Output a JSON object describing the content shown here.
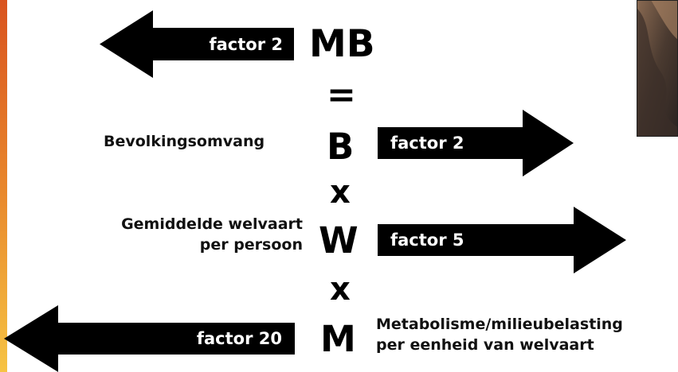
{
  "formula": {
    "mb": "MB",
    "equals": "=",
    "b": "B",
    "times1": "x",
    "w": "W",
    "times2": "x",
    "m": "M"
  },
  "labels": {
    "b_label": "Bevolkingsomvang",
    "w_label_line1": "Gemiddelde welvaart",
    "w_label_line2": "per persoon",
    "m_label_line1": "Metabolisme/milieubelasting",
    "m_label_line2": "per eenheid van welvaart"
  },
  "arrows": {
    "mb_factor": "factor 2",
    "b_factor": "factor 2",
    "w_factor": "factor 5",
    "m_factor": "factor 20"
  },
  "colors": {
    "background": "#ffffff",
    "arrow": "#000000",
    "arrow_text": "#ffffff",
    "edge_top": "#d9531e",
    "edge_bottom": "#f6c343"
  }
}
